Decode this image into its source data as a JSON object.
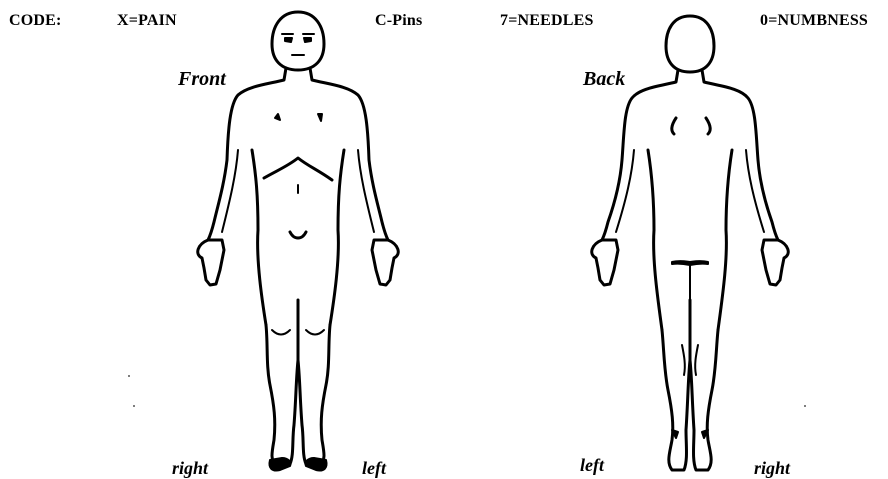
{
  "legend": {
    "code_label": "CODE:",
    "pain": "X=PAIN",
    "pins": "C-Pins",
    "needles": "7=NEEDLES",
    "numbness": "0=NUMBNESS"
  },
  "front_view": {
    "title": "Front",
    "right_label": "right",
    "left_label": "left"
  },
  "back_view": {
    "title": "Back",
    "left_label": "left",
    "right_label": "right"
  }
}
